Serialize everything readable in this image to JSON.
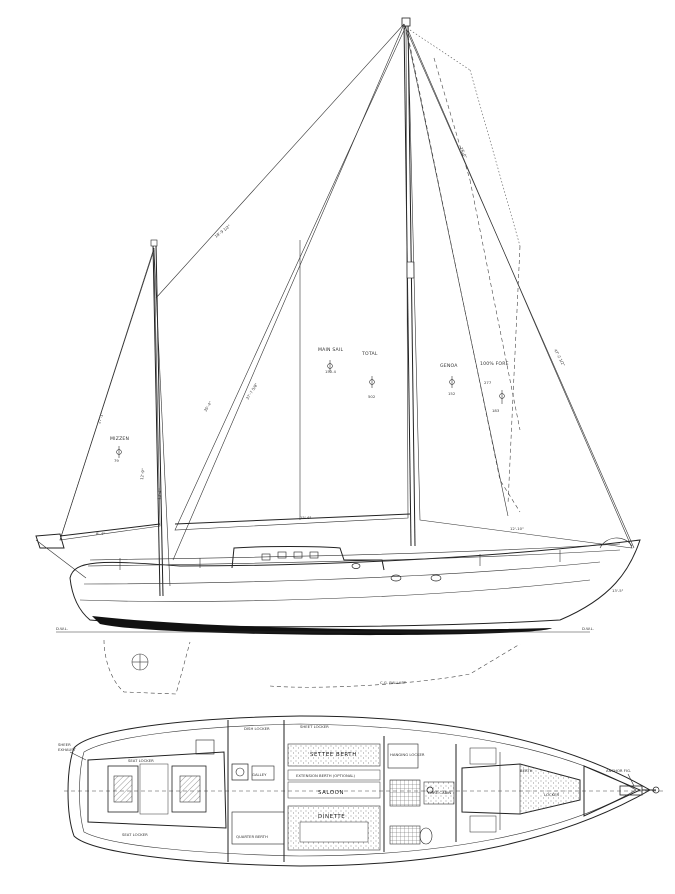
{
  "profile": {
    "sail_labels": {
      "main_sail": "MAIN SAIL",
      "total": "TOTAL",
      "genoa": "GENOA",
      "mizzen": "MIZZEN",
      "fore": "100% FORE"
    },
    "waterline_left": "D.W.L.",
    "waterline_right": "D.W.L."
  },
  "plan": {
    "cabins": {
      "saloon": "SALOON",
      "fore_cabin": "FORE CABIN",
      "dinette": "DINETTE",
      "settee_berth": "SETTEE BERTH",
      "berth": "BERTH"
    },
    "lockers": {
      "dish_locker": "DISH LOCKER",
      "sheet_locker": "SHEET LOCKER",
      "seat_locker_top": "SEAT LOCKER",
      "seat_locker_bottom": "SEAT LOCKER",
      "hanging_locker": "HANGING LOCKER",
      "locker": "LOCKER"
    },
    "galley": {
      "galley": "GALLEY",
      "quarter_berth": "QUARTER BERTH",
      "extension_berth": "EXTENSION BERTH (OPTIONAL)"
    },
    "bow_note": "ANCHOR FIG."
  }
}
